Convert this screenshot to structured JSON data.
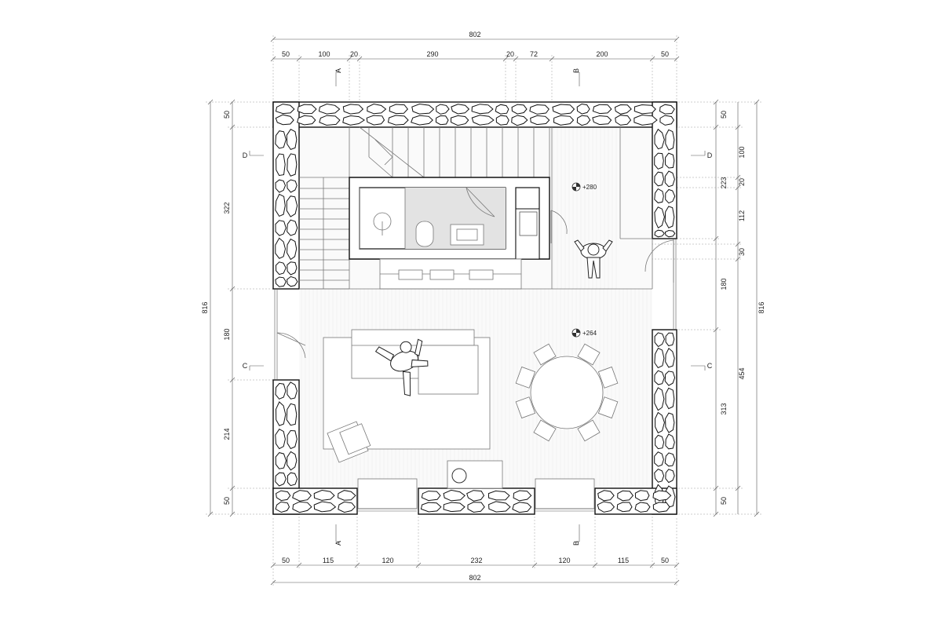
{
  "top_dims": {
    "total": "802",
    "segments": [
      "50",
      "100",
      "20",
      "290",
      "20",
      "72",
      "200",
      "50"
    ]
  },
  "bottom_dims": {
    "total": "802",
    "segments": [
      "50",
      "115",
      "120",
      "232",
      "120",
      "115",
      "50"
    ]
  },
  "left_dims": {
    "total": "816",
    "segments": [
      "50",
      "322",
      "180",
      "214",
      "50"
    ]
  },
  "right_dims": {
    "total": "816",
    "outer": [
      "50",
      "223",
      "180",
      "313",
      "50"
    ],
    "inner": [
      "100",
      "20",
      "112",
      "30",
      "454"
    ]
  },
  "section_markers": {
    "top": [
      "A",
      "B"
    ],
    "bottom": [
      "A",
      "B"
    ],
    "left": [
      "D",
      "C"
    ],
    "right": [
      "D",
      "C"
    ]
  },
  "levels": [
    "+280",
    "+264"
  ]
}
